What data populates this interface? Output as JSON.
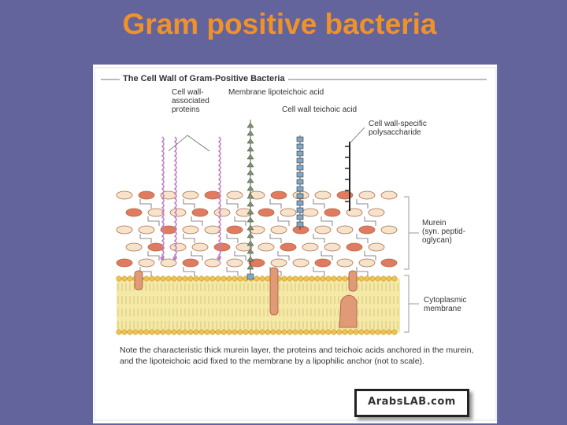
{
  "slide": {
    "title": "Gram positive bacteria"
  },
  "figure": {
    "title": "The Cell Wall of Gram-Positive Bacteria",
    "labels": {
      "proteins": "Cell wall-\nassociated\nproteins",
      "lipoteichoic": "Membrane lipoteichoic acid",
      "teichoic": "Cell wall teichoic acid",
      "polysaccharide": "Cell wall-specific\npolysaccharide",
      "murein": "Murein\n(syn. peptid-\noglycan)",
      "membrane": "Cytoplasmic\nmembrane"
    },
    "caption": "Note the characteristic thick murein layer, the proteins and teichoic acids anchored in the murein, and the lipoteichoic acid fixed to the membrane by a lipophilic anchor (not to scale).",
    "watermark": "ArabsLAB.com"
  },
  "colors": {
    "title": "#f0922a",
    "background": "#63649b",
    "peach_unit": "#f6e3cc",
    "red_unit": "#e07b60",
    "membrane": "#f5e9a8",
    "protein": "#c27cc7",
    "teichoic": "#7fa7c9",
    "lipoteichoic": "#7a9a6e"
  }
}
